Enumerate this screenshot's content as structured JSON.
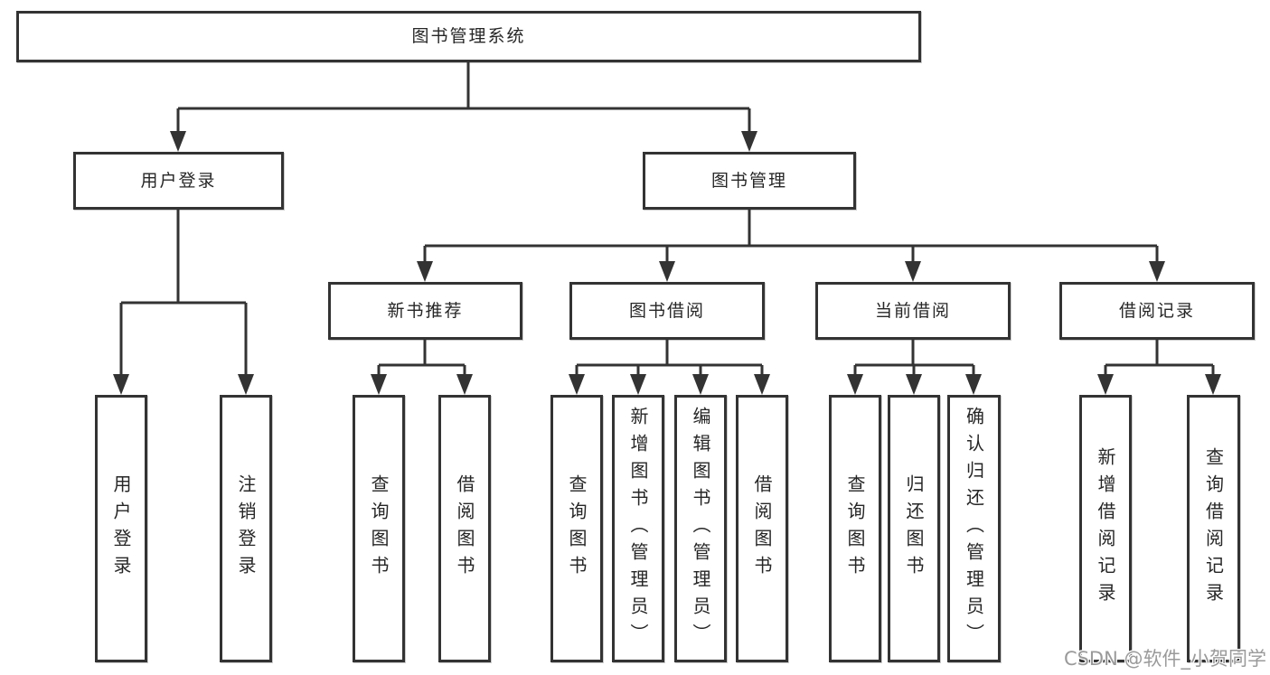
{
  "diagram_type": "hierarchy-tree",
  "tree": {
    "label": "图书管理系统",
    "children": [
      {
        "label": "用户登录",
        "children": [
          {
            "label": "用户登录"
          },
          {
            "label": "注销登录"
          }
        ]
      },
      {
        "label": "图书管理",
        "children": [
          {
            "label": "新书推荐",
            "children": [
              {
                "label": "查询图书"
              },
              {
                "label": "借阅图书"
              }
            ]
          },
          {
            "label": "图书借阅",
            "children": [
              {
                "label": "查询图书"
              },
              {
                "label": "新增图书（管理员）"
              },
              {
                "label": "编辑图书（管理员）"
              },
              {
                "label": "借阅图书"
              }
            ]
          },
          {
            "label": "当前借阅",
            "children": [
              {
                "label": "查询图书"
              },
              {
                "label": "归还图书"
              },
              {
                "label": "确认归还（管理员）"
              }
            ]
          },
          {
            "label": "借阅记录",
            "children": [
              {
                "label": "新增借阅记录"
              },
              {
                "label": "查询借阅记录"
              }
            ]
          }
        ]
      }
    ]
  },
  "watermark": {
    "text": "CSDN @软件_小贺同学"
  },
  "colors": {
    "line": "#333333",
    "text": "#262626",
    "background": "#ffffff",
    "watermark": "#919191"
  }
}
